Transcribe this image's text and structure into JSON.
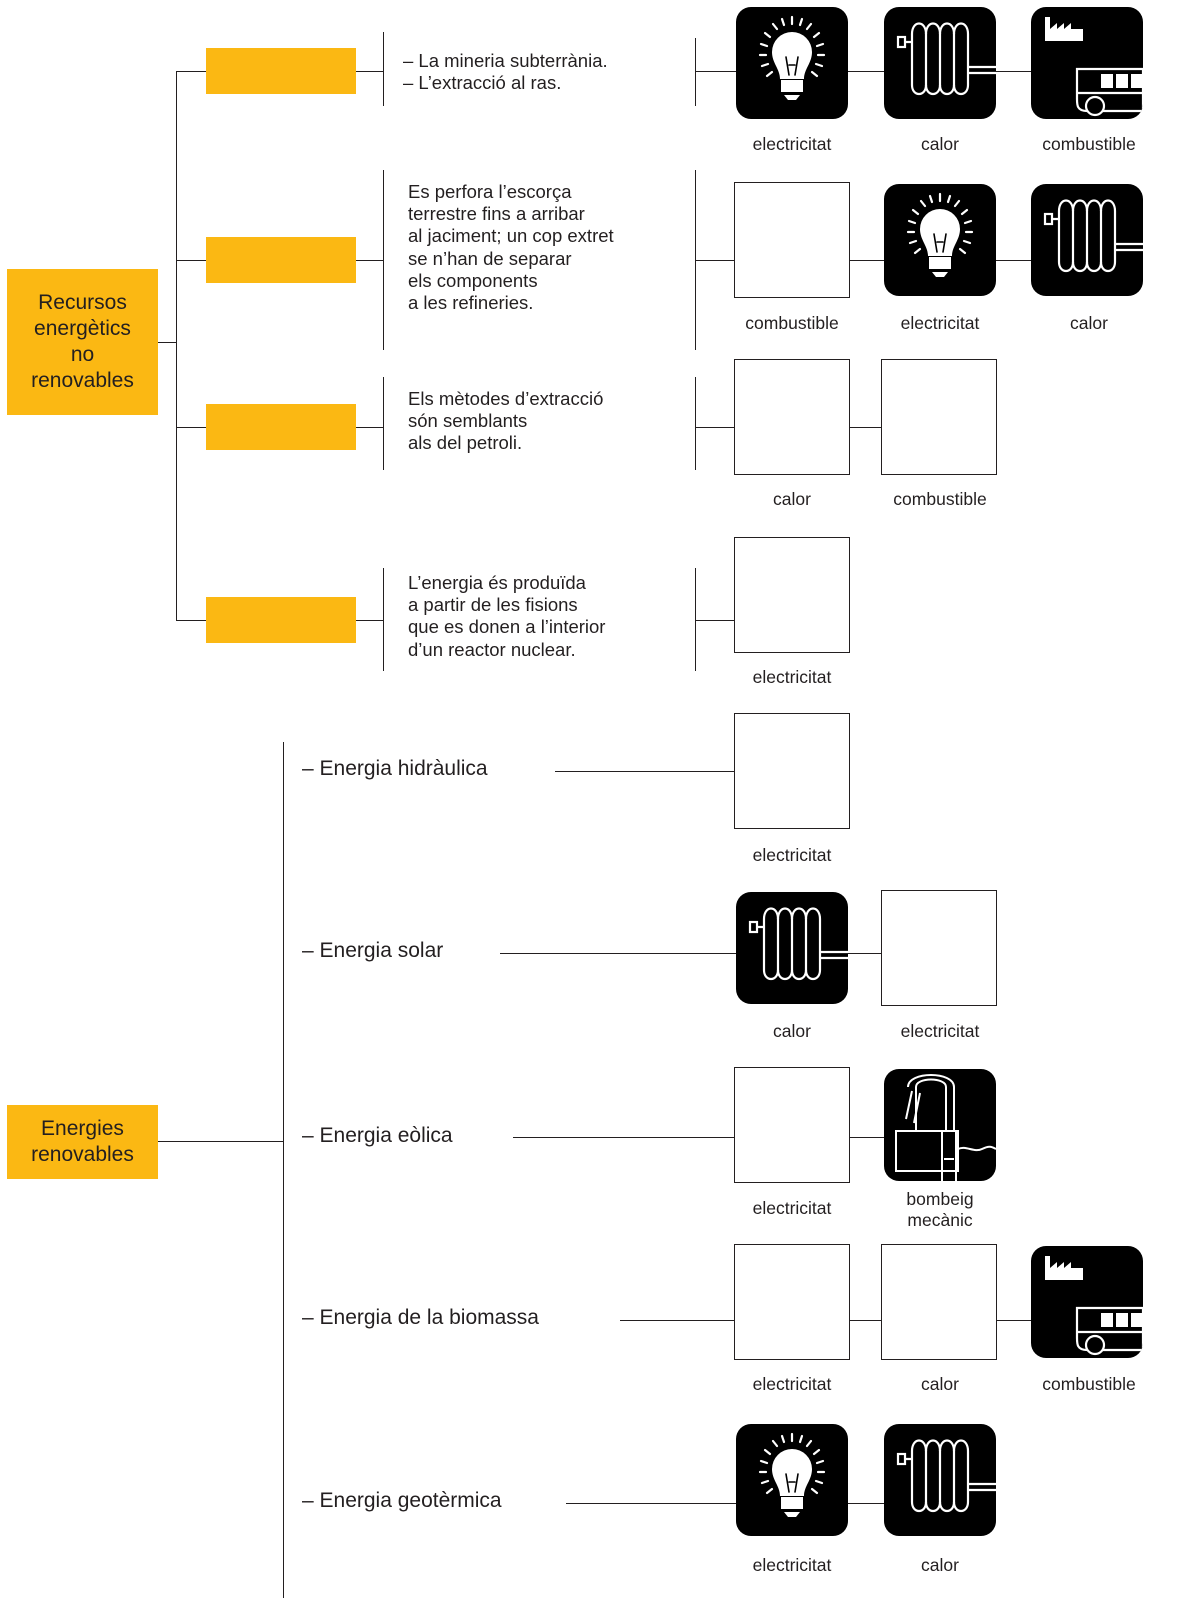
{
  "categories": {
    "non_renewable": [
      "Recursos",
      "energètics",
      "no",
      "renovables"
    ],
    "renewable": [
      "Energies",
      "renovables"
    ]
  },
  "non_renewable_resources": [
    {
      "description": [
        "– La mineria subterrània.",
        "– L’extracció al ras."
      ],
      "uses": [
        {
          "label": "electricitat",
          "icon": "bulb-icon"
        },
        {
          "label": "calor",
          "icon": "radiator-icon"
        },
        {
          "label": "combustible",
          "icon": "factory-bus-icon"
        }
      ]
    },
    {
      "description": [
        "Es perfora l’escorça",
        "terrestre fins a arribar",
        "al jaciment; un cop extret",
        "se n’han de separar",
        "els components",
        "a les refineries."
      ],
      "uses": [
        {
          "label": "combustible",
          "icon": "empty"
        },
        {
          "label": "electricitat",
          "icon": "bulb-icon"
        },
        {
          "label": "calor",
          "icon": "radiator-icon"
        }
      ]
    },
    {
      "description": [
        "Els mètodes d’extracció",
        "són semblants",
        "als del petroli."
      ],
      "uses": [
        {
          "label": "calor",
          "icon": "empty"
        },
        {
          "label": "combustible",
          "icon": "empty"
        }
      ]
    },
    {
      "description": [
        "L’energia és produïda",
        "a partir de les fisions",
        "que es donen a l’interior",
        "d’un reactor nuclear."
      ],
      "uses": [
        {
          "label": "electricitat",
          "icon": "empty"
        }
      ]
    }
  ],
  "renewable_sources": [
    {
      "name": "– Energia hidràulica",
      "uses": [
        {
          "label": "electricitat",
          "icon": "empty"
        }
      ]
    },
    {
      "name": "– Energia solar",
      "uses": [
        {
          "label": "calor",
          "icon": "radiator-icon"
        },
        {
          "label": "electricitat",
          "icon": "empty"
        }
      ]
    },
    {
      "name": "– Energia eòlica",
      "uses": [
        {
          "label": "electricitat",
          "icon": "empty"
        },
        {
          "label": [
            "bombeig",
            "mecànic"
          ],
          "icon": "water-pump-icon"
        }
      ]
    },
    {
      "name": "– Energia de la biomassa",
      "uses": [
        {
          "label": "electricitat",
          "icon": "empty"
        },
        {
          "label": "calor",
          "icon": "empty"
        },
        {
          "label": "combustible",
          "icon": "factory-bus-icon"
        }
      ]
    },
    {
      "name": "– Energia geotèrmica",
      "uses": [
        {
          "label": "electricitat",
          "icon": "bulb-icon"
        },
        {
          "label": "calor",
          "icon": "radiator-icon"
        }
      ]
    }
  ],
  "colors": {
    "accent": "#fbb813",
    "line": "#231f20",
    "icon_bg": "#000000"
  }
}
